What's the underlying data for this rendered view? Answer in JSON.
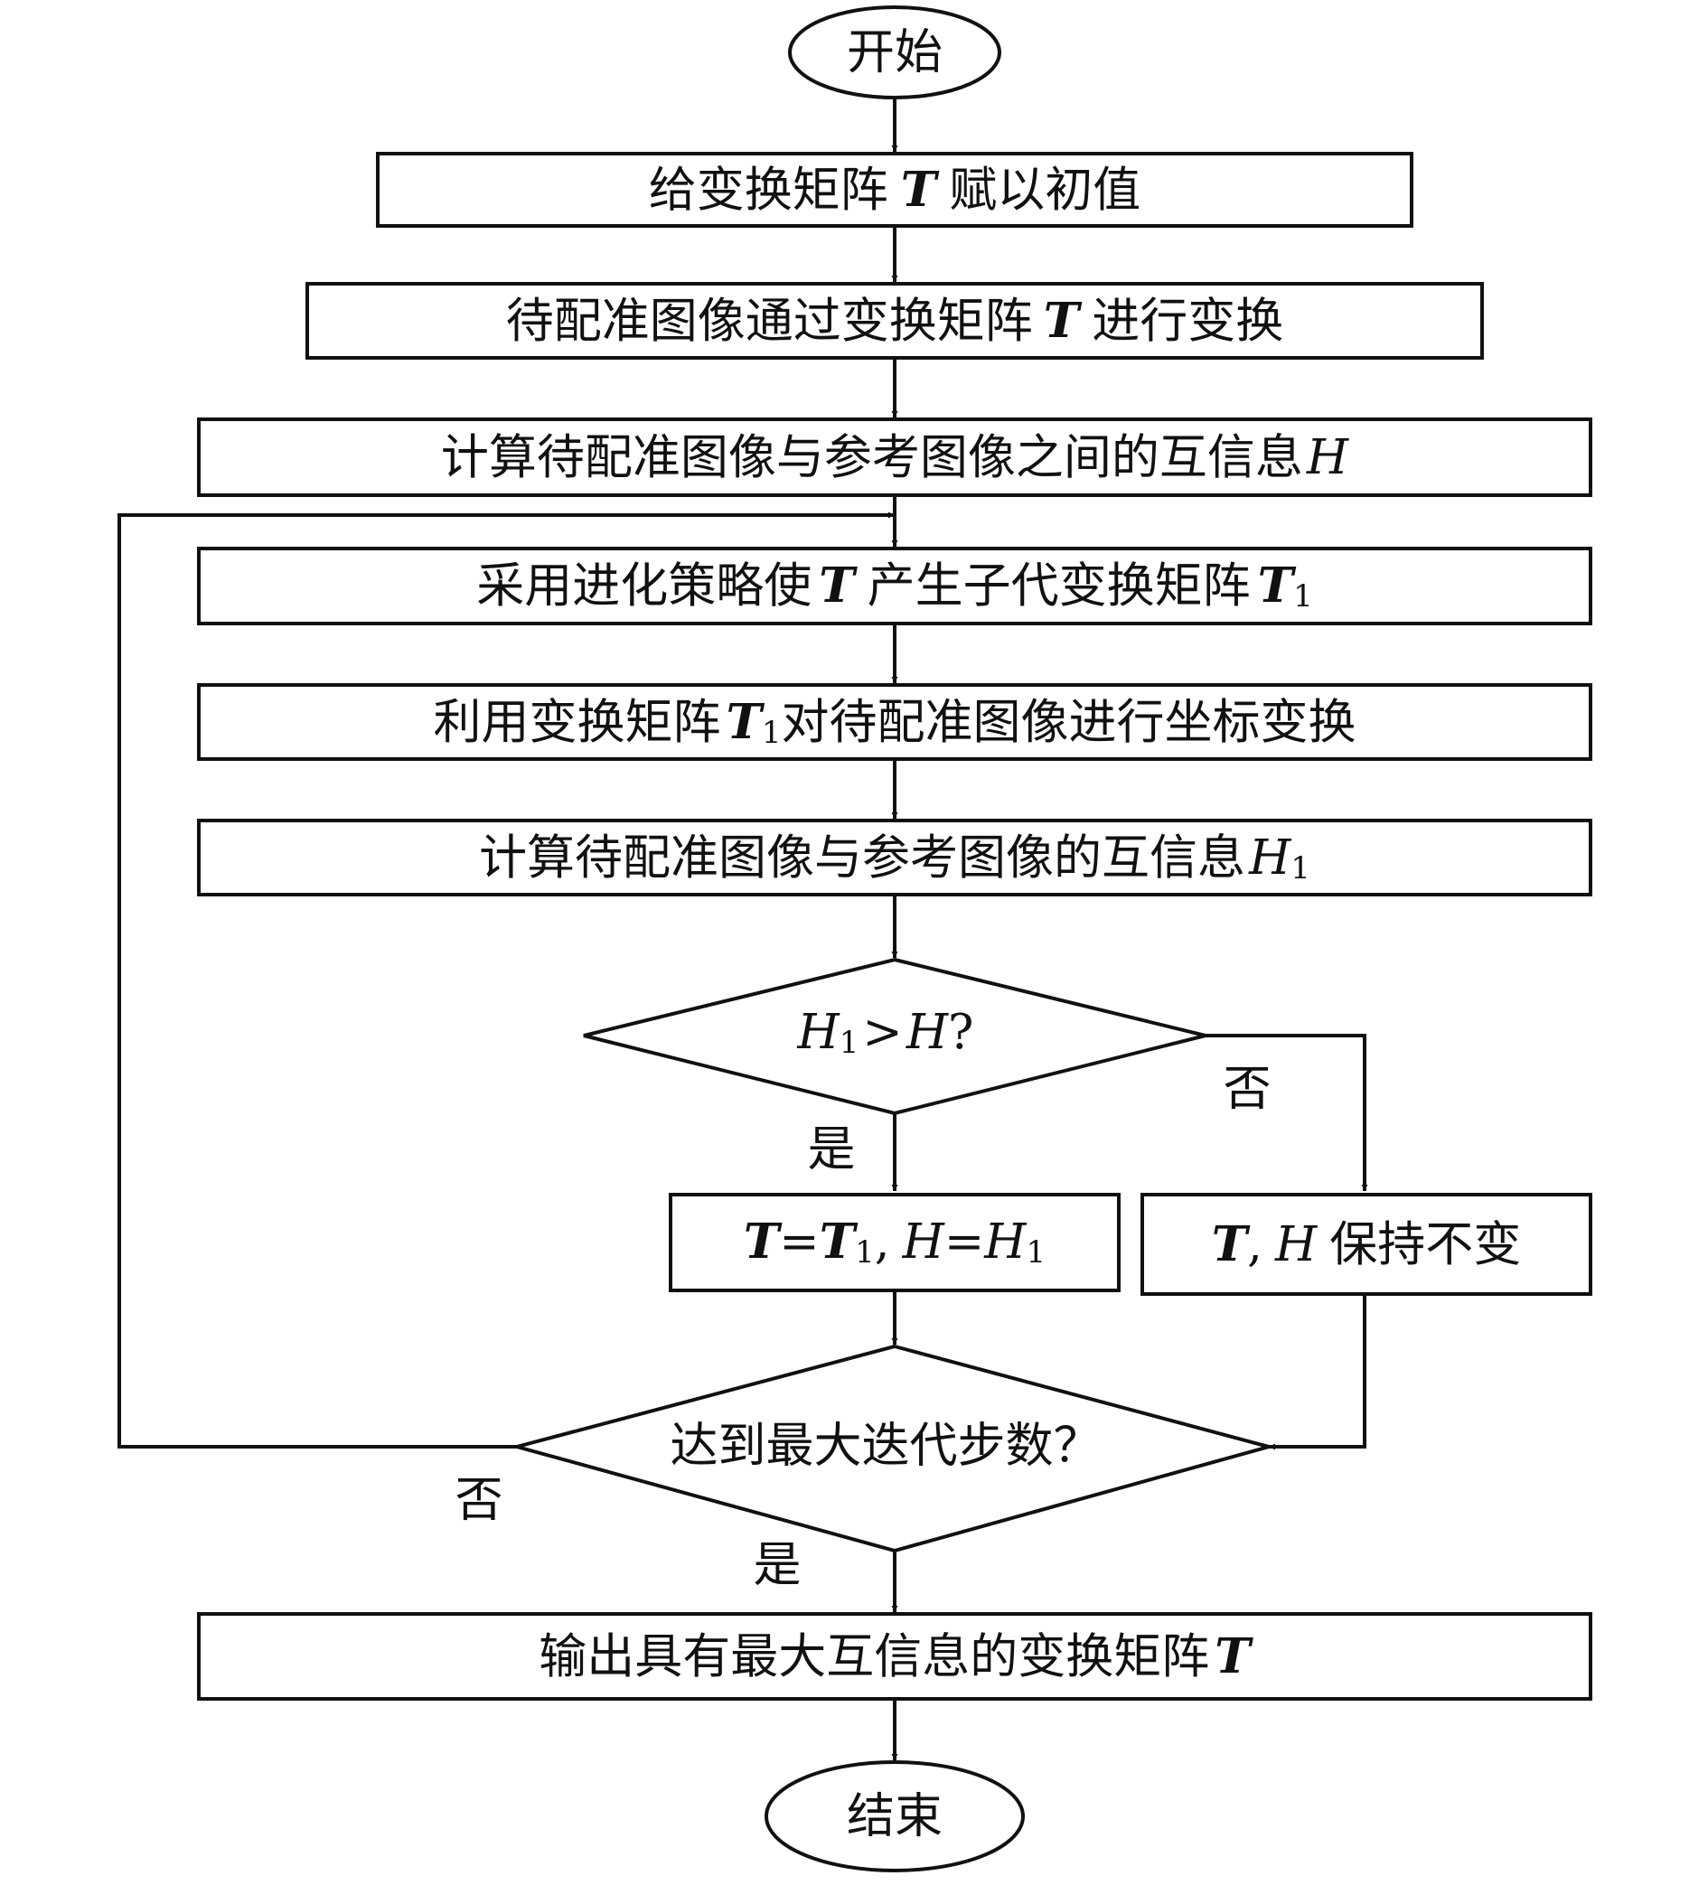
{
  "nodes": {
    "start": "开始",
    "init": {
      "pre": "给变换矩阵",
      "var": "T",
      "post": "赋以初值"
    },
    "transform": {
      "pre": "待配准图像通过变换矩阵",
      "var": "T",
      "post": "进行变换"
    },
    "compute_h": {
      "pre": "计算待配准图像与参考图像之间的互信息",
      "var": "H"
    },
    "evolve": {
      "pre": "采用进化策略使",
      "var": "T",
      "mid": "产生子代变换矩阵",
      "var2": "T",
      "sub": "1"
    },
    "coord": {
      "pre": "利用变换矩阵",
      "var": "T",
      "sub": "1",
      "post": "对待配准图像进行坐标变换"
    },
    "compute_h1": {
      "pre": "计算待配准图像与参考图像的互信息",
      "var": "H",
      "sub": "1"
    },
    "decision1": {
      "a": "H",
      "a_sub": "1",
      "op": ">",
      "b": "H",
      "q": "?"
    },
    "update": {
      "v1": "T",
      "eq1": "=",
      "v2": "T",
      "sub2": "1",
      "sep": ",",
      "v3": "H",
      "eq2": "=",
      "v4": "H",
      "sub4": "1"
    },
    "keep": {
      "v1": "T",
      "sep": ",",
      "v2": "H",
      "post": "保持不变"
    },
    "decision2": "达到最大迭代步数？",
    "output": {
      "pre": "输出具有最大互信息的变换矩阵",
      "var": "T"
    },
    "end": "结束"
  },
  "edge_labels": {
    "d1_yes": "是",
    "d1_no": "否",
    "d2_no": "否",
    "d2_yes": "是"
  }
}
